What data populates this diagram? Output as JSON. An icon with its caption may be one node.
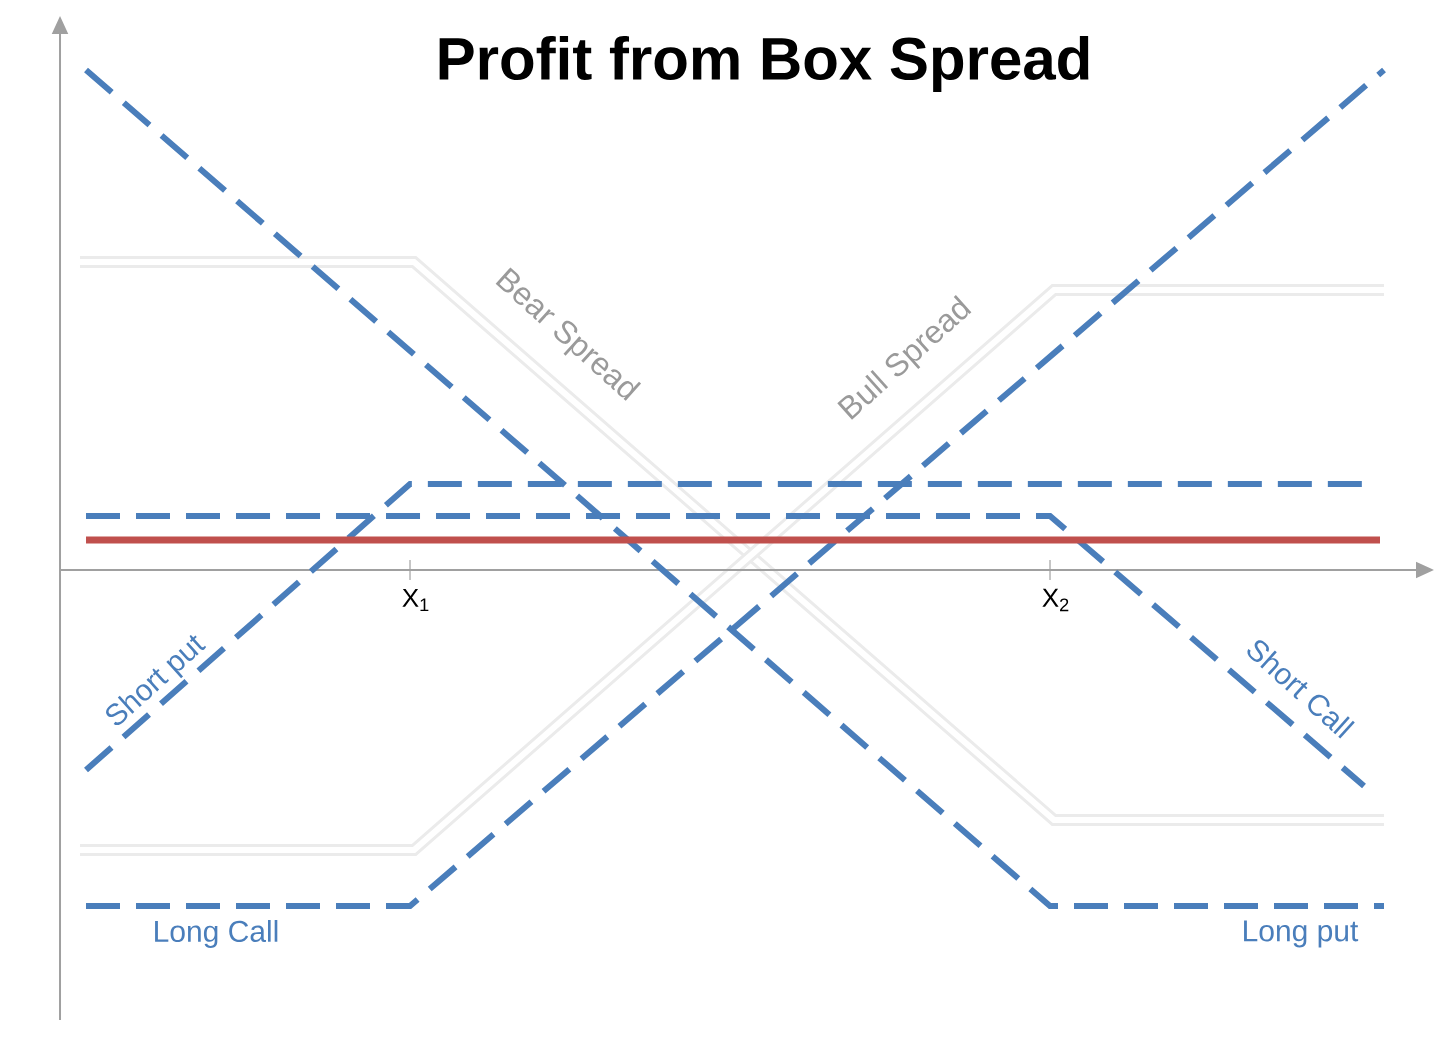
{
  "diagram": {
    "title": "Profit from Box Spread",
    "labels": [
      "Bear Spread",
      "Bull Spread",
      "X$_{1}$",
      "X$_{2}$",
      "Short put",
      "Short Call",
      "Long Call",
      "Long put"
    ]
  }
}
